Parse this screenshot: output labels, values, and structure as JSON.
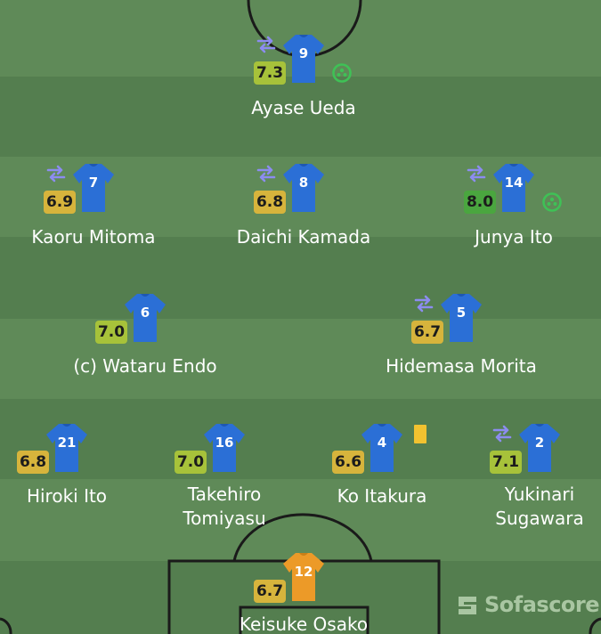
{
  "colors": {
    "team_shirt": "#2b6fd6",
    "keeper_shirt": "#ec9a28",
    "rating_high": "#4aa63f",
    "rating_mid": "#a7c23a",
    "rating_low": "#d7b43c",
    "sub_icon": "#8c8cf0",
    "goal_icon": "#3fc156",
    "yellow_card": "#f2c230",
    "pitch_light": "#5f8a58",
    "pitch_dark": "#547e4f"
  },
  "players": [
    {
      "id": "ueda",
      "name": "Ayase Ueda",
      "number": "9",
      "rating": "7.3",
      "rating_color": "#a7c23a",
      "subbed": true,
      "goal": true,
      "card": false
    },
    {
      "id": "mitoma",
      "name": "Kaoru Mitoma",
      "number": "7",
      "rating": "6.9",
      "rating_color": "#d7b43c",
      "subbed": true,
      "goal": false,
      "card": false
    },
    {
      "id": "kamada",
      "name": "Daichi Kamada",
      "number": "8",
      "rating": "6.8",
      "rating_color": "#d7b43c",
      "subbed": true,
      "goal": false,
      "card": false
    },
    {
      "id": "junya",
      "name": "Junya Ito",
      "number": "14",
      "rating": "8.0",
      "rating_color": "#4aa63f",
      "subbed": true,
      "goal": true,
      "card": false
    },
    {
      "id": "endo",
      "name": "(c) Wataru Endo",
      "number": "6",
      "rating": "7.0",
      "rating_color": "#a7c23a",
      "subbed": false,
      "goal": false,
      "card": false
    },
    {
      "id": "morita",
      "name": "Hidemasa Morita",
      "number": "5",
      "rating": "6.7",
      "rating_color": "#d7b43c",
      "subbed": true,
      "goal": false,
      "card": false
    },
    {
      "id": "hiroki",
      "name": "Hiroki Ito",
      "number": "21",
      "rating": "6.8",
      "rating_color": "#d7b43c",
      "subbed": false,
      "goal": false,
      "card": false
    },
    {
      "id": "tomiyasu",
      "name_line1": "Takehiro",
      "name_line2": "Tomiyasu",
      "number": "16",
      "rating": "7.0",
      "rating_color": "#a7c23a",
      "subbed": false,
      "goal": false,
      "card": false
    },
    {
      "id": "itakura",
      "name": "Ko Itakura",
      "number": "4",
      "rating": "6.6",
      "rating_color": "#d7b43c",
      "subbed": false,
      "goal": false,
      "card": true
    },
    {
      "id": "sugawara",
      "name_line1": "Yukinari",
      "name_line2": "Sugawara",
      "number": "2",
      "rating": "7.1",
      "rating_color": "#a7c23a",
      "subbed": true,
      "goal": false,
      "card": false
    },
    {
      "id": "osako",
      "name": "Keisuke Osako",
      "number": "12",
      "rating": "6.7",
      "rating_color": "#d7b43c",
      "subbed": false,
      "goal": false,
      "card": false,
      "keeper": true
    }
  ],
  "watermark": {
    "text": "Sofascore",
    "icon": "sofascore-logo-icon"
  }
}
